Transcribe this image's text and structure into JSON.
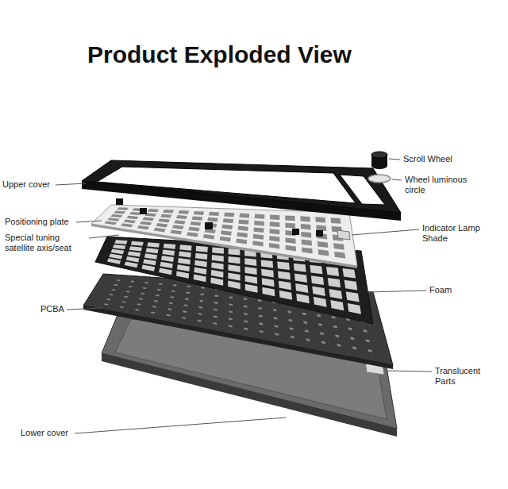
{
  "diagram": {
    "title": "Product Exploded View",
    "labels": [
      "Upper cover",
      "Scroll Wheel",
      "Wheel luminous circle",
      "Positioning plate",
      "Special tuning satellite axis/seat",
      "Indicator Lamp Shade",
      "Foam",
      "PCBA",
      "Translucent Parts",
      "Lower cover"
    ]
  }
}
